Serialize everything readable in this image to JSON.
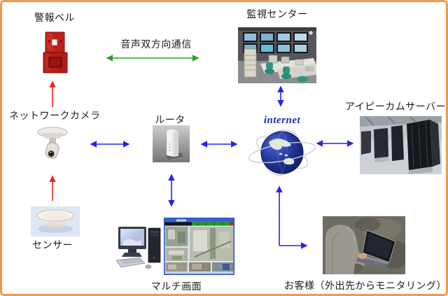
{
  "nodes": {
    "alarm_bell": {
      "label": "警報ベル"
    },
    "monitoring_center": {
      "label": "監視センター"
    },
    "network_camera": {
      "label": "ネットワークカメラ"
    },
    "router": {
      "label": "ルータ"
    },
    "internet": {
      "label": "internet"
    },
    "ipcam_server": {
      "label": "アイピーカムサーバー"
    },
    "sensor": {
      "label": "センサー"
    },
    "multi_screen": {
      "label": "マルチ画面"
    },
    "customer": {
      "label": "お客様（外出先からモニタリング）"
    }
  },
  "annotations": {
    "audio_two_way": {
      "label": "音声双方向通信"
    }
  },
  "connections": [
    {
      "from": "sensor",
      "to": "network_camera",
      "style": "red-arrow",
      "direction": "one-way"
    },
    {
      "from": "network_camera",
      "to": "alarm_bell",
      "style": "red-arrow",
      "direction": "one-way"
    },
    {
      "from": "alarm_bell",
      "to": "monitoring_center",
      "style": "green-arrow",
      "direction": "two-way",
      "label": "音声双方向通信"
    },
    {
      "from": "network_camera",
      "to": "router",
      "style": "blue-arrow",
      "direction": "two-way"
    },
    {
      "from": "router",
      "to": "internet",
      "style": "blue-arrow",
      "direction": "two-way"
    },
    {
      "from": "router",
      "to": "multi_screen",
      "style": "blue-arrow",
      "direction": "two-way"
    },
    {
      "from": "monitoring_center",
      "to": "internet",
      "style": "blue-arrow",
      "direction": "two-way"
    },
    {
      "from": "internet",
      "to": "ipcam_server",
      "style": "blue-arrow",
      "direction": "two-way"
    },
    {
      "from": "internet",
      "to": "customer",
      "style": "blue-elbow-arrow",
      "direction": "two-way"
    }
  ],
  "colors": {
    "frame_border": "#F09A4E",
    "arrow_blue": "#2323ee",
    "arrow_red": "#ee2420",
    "arrow_green": "#2f9e2f",
    "internet_text": "#1b2fa8",
    "label_text": "#1c1c1c"
  }
}
